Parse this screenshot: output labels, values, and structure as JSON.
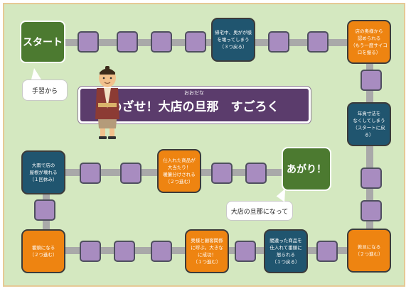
{
  "board": {
    "title": "めざせ！大店の旦那　すごろく",
    "title_ruby": "おおだな",
    "start_label": "スタート",
    "goal_label": "あがり！",
    "start_bubble": "手習から",
    "goal_bubble": "大店の旦那になって"
  },
  "cells": {
    "c1": "帰宅中、奥がが様\nを壊ってしまう\n（３つ戻る）",
    "c2": "店の奥様から\n認められる\n（もう一度サイコ\nロを振る）",
    "c3": "年貢寸法を\nなくしてしまう\n（スタートに戻る）",
    "c4": "仕入れた商品が\n大当たり！\n暖簾分けされる\n（２つ進む）",
    "c5": "大雨で店の\n屋根が壊れる\n（１回休み）",
    "c6": "番頭になる\n（２つ進む）",
    "c7": "奥様と顧客関係\nに呼ぶ。大きな\nに成功！\n（１つ進む）",
    "c8": "間違った商品を\n仕入れて番頭に\n怒られる\n（１つ戻る）",
    "c9": "若旦になる\n（２つ進む）"
  },
  "colors": {
    "orange": "#ee8411",
    "navy": "#20556f",
    "green": "#4c7a30",
    "purple_title": "#5b3c6c",
    "square": "#a88cc0"
  }
}
